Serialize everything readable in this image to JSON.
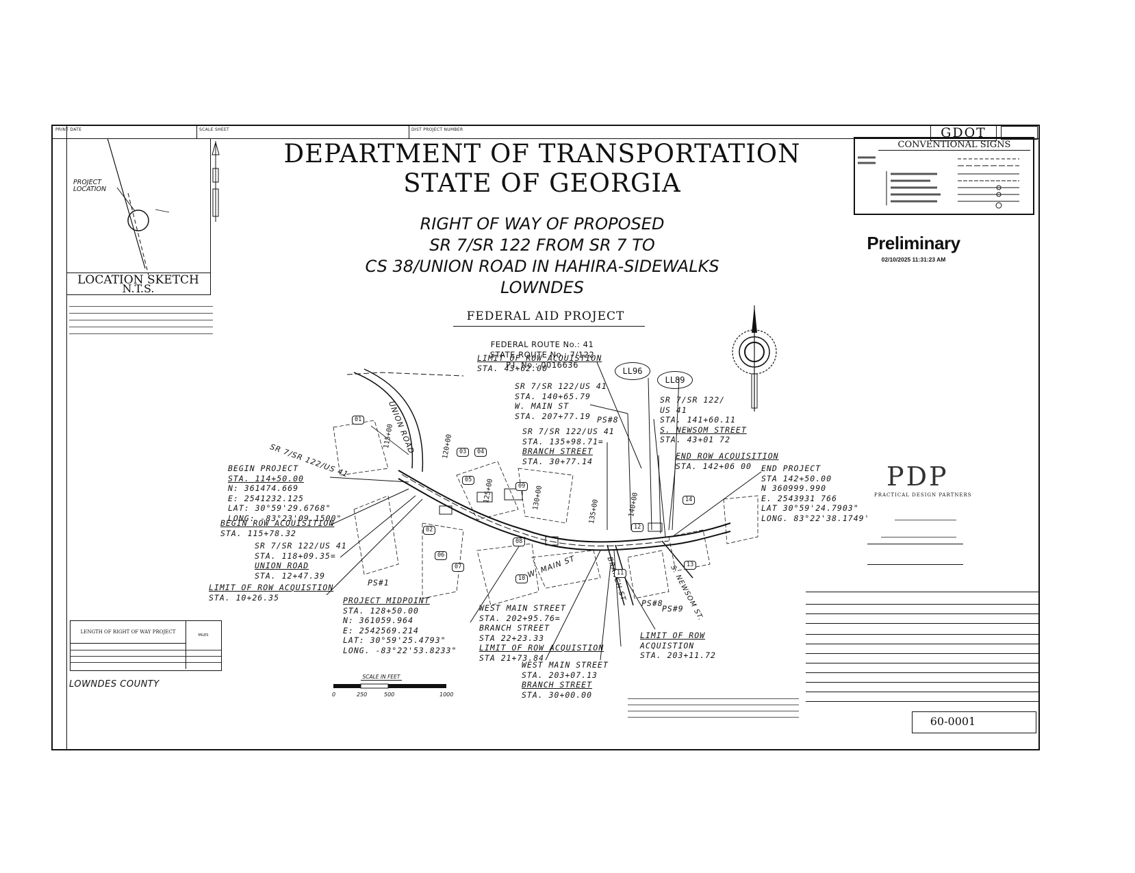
{
  "header": {
    "strip_left": "PRINT DATE",
    "strip_mid": "SCALE SHEET",
    "strip_mid2": "DIST PROJECT NUMBER",
    "gdot_logo": "GDOT"
  },
  "title": {
    "line1": "DEPARTMENT OF TRANSPORTATION",
    "line2": "STATE OF GEORGIA",
    "sub1": "RIGHT OF WAY OF PROPOSED",
    "sub2": "SR 7/SR 122 FROM SR 7 TO",
    "sub3": "CS 38/UNION ROAD IN HAHIRA-SIDEWALKS",
    "sub4": "LOWNDES",
    "federal_aid": "FEDERAL AID PROJECT",
    "federal_route": "FEDERAL ROUTE No.: 41",
    "state_route": "STATE ROUTE No.: 7/122",
    "pi_no": "P.I. No.: 0016636"
  },
  "location_sketch": {
    "project_location": "PROJECT LOCATION",
    "title": "LOCATION SKETCH",
    "nts": "N.T.S."
  },
  "conventional_signs": {
    "title": "CONVENTIONAL SIGNS"
  },
  "preliminary": {
    "label": "Preliminary",
    "stamp": "02/10/2025 11:31:23 AM"
  },
  "pdp": {
    "logo": "PDP",
    "name": "PRACTICAL DESIGN PARTNERS"
  },
  "circles": {
    "ll96": "LL96",
    "ll89": "LL89"
  },
  "roads": {
    "union_road": "UNION ROAD",
    "sr_main": "SR 7/SR 122/US 41",
    "w_main": "W. MAIN ST",
    "branch": "BRANCH ST",
    "newsom": "S. NEWSOM ST."
  },
  "stations": {
    "s115": "115+00",
    "s120": "120+00",
    "s125": "125+00",
    "s130": "130+00",
    "s135": "135+00",
    "s140": "140+00"
  },
  "parcels": {
    "p01": "01",
    "p02": "02",
    "p03": "03",
    "p04": "04",
    "p05": "05",
    "p06": "06",
    "p07": "07",
    "p08": "08",
    "p09": "09",
    "p10": "10",
    "p11": "11",
    "p12": "12",
    "p13": "13",
    "p14": "14"
  },
  "annotations": {
    "limit_row_top": {
      "l1": "LIMIT OF ROW ACQUISTION",
      "l2": "STA. 43+62.00"
    },
    "w_main_top": {
      "l1": "SR 7/SR 122/US 41",
      "l2": "STA. 140+65.79",
      "l3": "W. MAIN ST",
      "l4": "STA. 207+77.19"
    },
    "ps8_top": "PS#8",
    "branch_top": {
      "l1": "SR 7/SR 122/US 41",
      "l2": "STA. 135+98.71=",
      "l3": "BRANCH STREET",
      "l4": "STA. 30+77.14"
    },
    "newsom_top": {
      "l1": "SR 7/SR 122/",
      "l2": "US 41",
      "l3": "STA. 141+60.11",
      "l4": "S. NEWSOM STREET",
      "l5": "STA. 43+01 72"
    },
    "end_row": {
      "l1": "END ROW ACQUISITION",
      "l2": "STA. 142+06 00"
    },
    "end_project": {
      "l1": "END PROJECT",
      "l2": "STA 142+50.00",
      "l3": "N 360999.990",
      "l4": "E. 2543931 766",
      "l5": "LAT 30°59'24.7903\"",
      "l6": "LONG. 83°22'38.1749'"
    },
    "begin_project": {
      "l1": "BEGIN PROJECT",
      "l2": "STA. 114+50.00",
      "l3": "N: 361474.669",
      "l4": "E: 2541232.125",
      "l5": "LAT: 30°59'29.6768\"",
      "l6": "LONG: -83°23'09.1500\""
    },
    "begin_row": {
      "l1": "BEGIN ROW ACQUISITION",
      "l2": "STA. 115+78.32"
    },
    "union_road_sta": {
      "l1": "SR 7/SR 122/US 41",
      "l2": "STA. 118+09.35=",
      "l3": "UNION ROAD",
      "l4": "STA. 12+47.39"
    },
    "limit_row_left": {
      "l1": "LIMIT OF ROW ACQUISTION",
      "l2": "STA. 10+26.35"
    },
    "ps1": "PS#1",
    "midpoint": {
      "l1": "PROJECT MIDPOINT",
      "l2": "STA. 128+50.00",
      "l3": "N: 361059.964",
      "l4": "E: 2542569.214",
      "l5": "LAT: 30°59'25.4793\"",
      "l6": "LONG. -83°22'53.8233\""
    },
    "w_main_bottom": {
      "l1": "WEST MAIN STREET",
      "l2": "STA. 202+95.76=",
      "l3": "BRANCH STREET",
      "l4": "STA 22+23.33",
      "l5": "LIMIT OF ROW ACQUISTION",
      "l6": "STA 21+73.84"
    },
    "w_main_bottom2": {
      "l1": "WEST MAIN STREET",
      "l2": "STA. 203+07.13",
      "l3": "BRANCH STREET",
      "l4": "STA. 30+00.00"
    },
    "ps8_bottom": "PS#8",
    "ps9": "PS#9",
    "limit_row_right": {
      "l1": "LIMIT OF ROW",
      "l2": "ACQUISTION",
      "l3": "STA. 203+11.72"
    }
  },
  "length_table": {
    "title": "LENGTH OF RIGHT OF WAY PROJECT",
    "col": "MILES"
  },
  "scale": {
    "title": "SCALE IN FEET",
    "t0": "0",
    "t1": "250",
    "t2": "500",
    "t3": "1000"
  },
  "county": "LOWNDES COUNTY",
  "sheet_number": "60-0001"
}
